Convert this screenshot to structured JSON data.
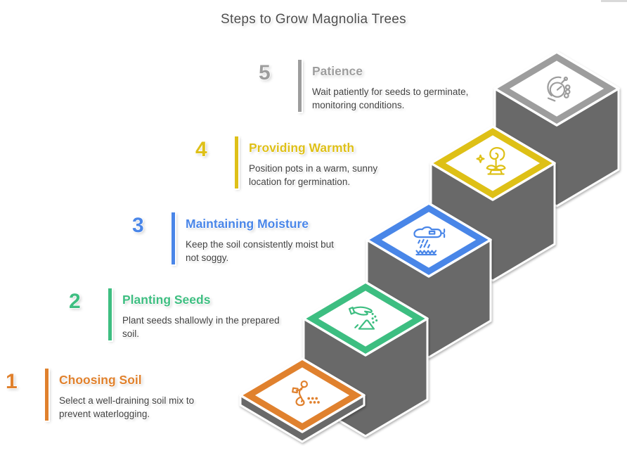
{
  "title": "Steps to Grow Magnolia Trees",
  "colors": {
    "stair_side": "#696969",
    "stair_face": "#ffffff",
    "outline": "#ffffff",
    "body_text": "#3f3f3f",
    "title_text": "#4d4d4d"
  },
  "steps": [
    {
      "number": "1",
      "title": "Choosing Soil",
      "description": "Select a well-draining soil mix to prevent waterlogging.",
      "color": "#E0812D",
      "icon": "seed-sowing-person-icon"
    },
    {
      "number": "2",
      "title": "Planting Seeds",
      "description": "Plant seeds shallowly in the prepared soil.",
      "color": "#3EBE81",
      "icon": "hand-planting-seeds-icon"
    },
    {
      "number": "3",
      "title": "Maintaining Moisture",
      "description": "Keep the soil consistently moist but not soggy.",
      "color": "#4A86E8",
      "icon": "watering-plane-icon"
    },
    {
      "number": "4",
      "title": "Providing Warmth",
      "description": "Position pots in a warm, sunny location for germination.",
      "color": "#DEC019",
      "icon": "warm-plant-icon"
    },
    {
      "number": "5",
      "title": "Patience",
      "description": "Wait patiently for seeds to germinate, monitoring conditions.",
      "color": "#9D9D9D",
      "icon": "stopwatch-hand-icon"
    }
  ]
}
